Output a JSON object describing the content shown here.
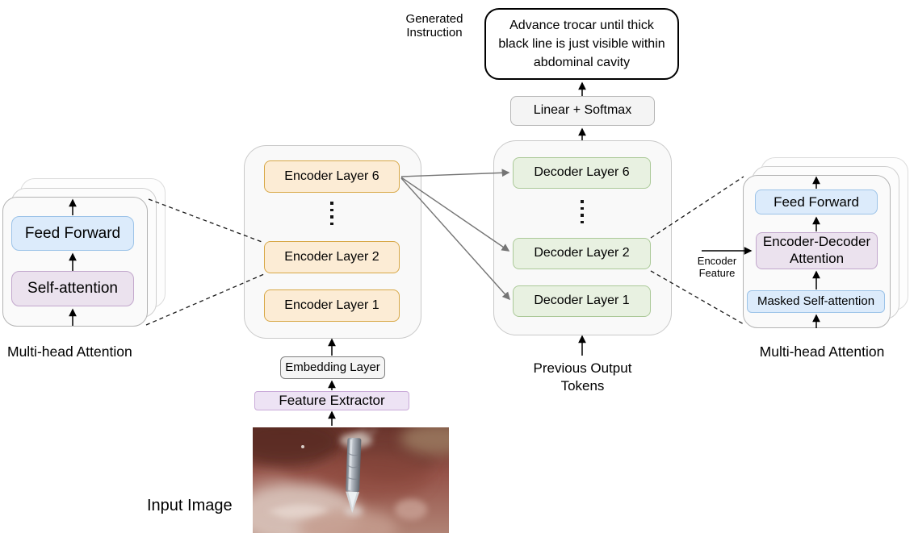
{
  "generated_instruction": {
    "label": "Generated Instruction",
    "text": "Advance trocar until thick black line is just visible within abdominal cavity"
  },
  "output_head": {
    "label": "Linear + Softmax"
  },
  "encoder_stack": {
    "layers": [
      "Encoder Layer 6",
      "Encoder Layer 2",
      "Encoder Layer 1"
    ]
  },
  "decoder_stack": {
    "layers": [
      "Decoder Layer 6",
      "Decoder Layer 2",
      "Decoder Layer 1"
    ]
  },
  "encoder_attention": {
    "feed_forward": "Feed Forward",
    "self_attention": "Self-attention",
    "caption": "Multi-head Attention"
  },
  "decoder_attention": {
    "feed_forward": "Feed Forward",
    "encoder_decoder_attention": "Encoder-Decoder Attention",
    "masked_self_attention": "Masked Self-attention",
    "caption": "Multi-head Attention",
    "encoder_feature": "Encoder Feature"
  },
  "input_pipeline": {
    "embedding_layer": "Embedding Layer",
    "feature_extractor": "Feature Extractor",
    "input_image_label": "Input Image"
  },
  "decoder_input": {
    "label": "Previous Output Tokens"
  },
  "colors": {
    "encoder_fill": "#fcecd5",
    "encoder_border": "#d8a847",
    "decoder_fill": "#e8f1e1",
    "decoder_border": "#abc998",
    "feed_forward_fill": "#dcebfb",
    "feed_forward_border": "#9cc3e8",
    "attention_fill": "#ebe2ee",
    "attention_border": "#c2a7cc",
    "feature_extractor_fill": "#ede3f4",
    "feature_extractor_border": "#c9aad8",
    "gray_box_fill": "#f4f4f4",
    "container_fill": "#f9f9f9",
    "fan_arrow": "#757575",
    "line": "#000000"
  }
}
